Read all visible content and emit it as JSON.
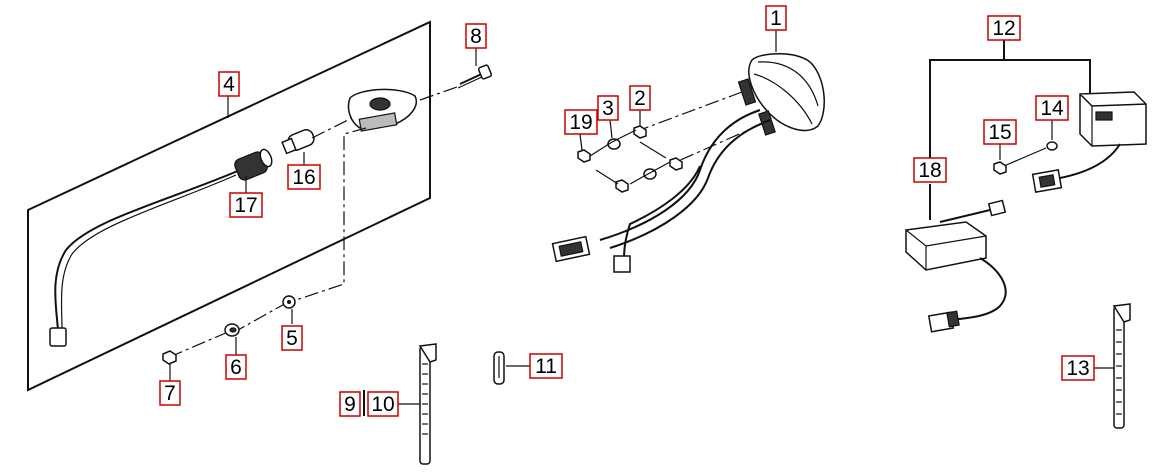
{
  "callouts": {
    "c1": "1",
    "c2": "2",
    "c3": "3",
    "c4": "4",
    "c5": "5",
    "c6": "6",
    "c7": "7",
    "c8": "8",
    "c9": "9",
    "c10": "10",
    "c11": "11",
    "c12": "12",
    "c13": "13",
    "c14": "14",
    "c15": "15",
    "c16": "16",
    "c17": "17",
    "c18": "18",
    "c19": "19"
  },
  "colors": {
    "callout_border": "#cc0000",
    "line": "#111111"
  }
}
